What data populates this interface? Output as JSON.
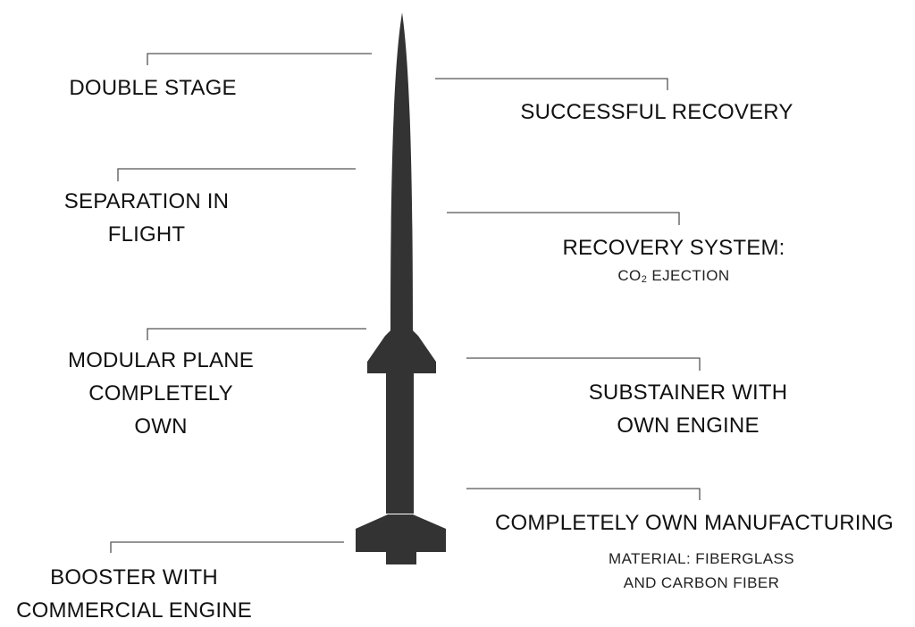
{
  "colors": {
    "rocket": "#333333",
    "line": "#555555",
    "text": "#111111"
  },
  "features_left": [
    {
      "text": "DOUBLE STAGE"
    },
    {
      "text": "SEPARATION IN\nFLIGHT"
    },
    {
      "text": "MODULAR PLANE\nCOMPLETELY\nOWN"
    },
    {
      "text": "BOOSTER WITH\nCOMMERCIAL ENGINE"
    }
  ],
  "features_right": [
    {
      "text": "SUCCESSFUL RECOVERY"
    },
    {
      "text": "RECOVERY SYSTEM:",
      "sub_prefix": "CO",
      "sub_script": "2",
      "sub_suffix": " EJECTION"
    },
    {
      "text": "SUBSTAINER WITH\nOWN ENGINE"
    },
    {
      "text": "COMPLETELY OWN MANUFACTURING",
      "note": "MATERIAL: FIBERGLASS\nAND CARBON FIBER"
    }
  ]
}
